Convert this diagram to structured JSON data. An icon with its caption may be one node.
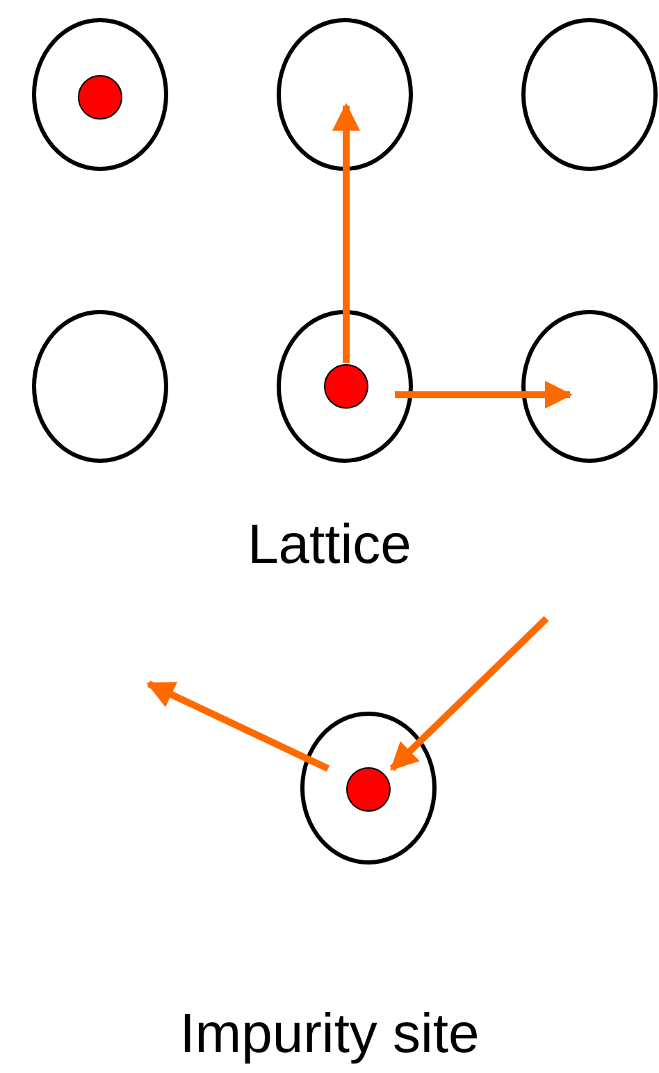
{
  "diagram": {
    "nodes": [
      {
        "text": [],
        "shape": "circle"
      },
      {
        "text": [],
        "shape": "dot",
        "in": 0
      },
      {
        "text": [],
        "shape": "circle"
      },
      {
        "text": [],
        "shape": "circle"
      },
      {
        "text": [],
        "shape": "circle"
      },
      {
        "text": [],
        "shape": "circle"
      },
      {
        "text": [],
        "shape": "dot",
        "in": 5
      },
      {
        "text": [],
        "shape": "circle"
      },
      {
        "text": [],
        "shape": "circle"
      },
      {
        "text": [],
        "shape": "dot",
        "in": 8
      }
    ],
    "edges": [
      {
        "from": 6,
        "to": 2,
        "arrow": "to"
      },
      {
        "from": 6,
        "to": 7,
        "arrow": "to"
      },
      {
        "from": null,
        "to": 9,
        "arrow": "to"
      },
      {
        "from": 9,
        "to": null,
        "arrow": "to"
      }
    ],
    "labels": [
      "Lattice",
      "Impurity site"
    ]
  }
}
